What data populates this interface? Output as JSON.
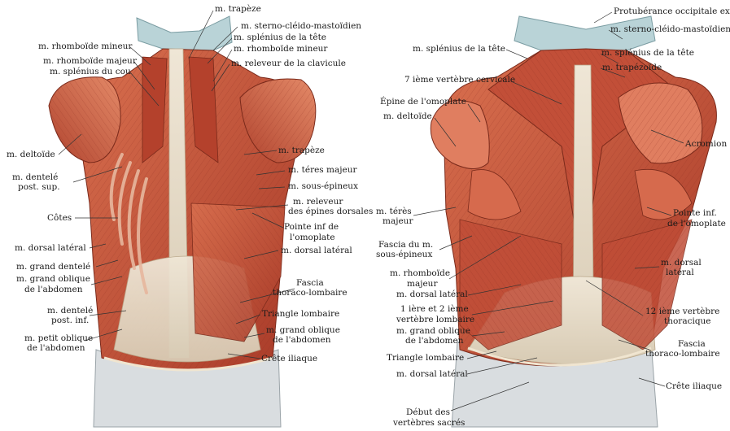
{
  "left": {
    "labels": {
      "trapeze": "m. trapèze",
      "sterno": "m. sterno-cléido-mastoïdien",
      "splenius_tete": "m. splénius de la tête",
      "rhomboide_mineur_r": "m. rhomboïde mineur",
      "releveur_clavicule": "m. releveur de la clavicule",
      "rhomboide_mineur_l": "m. rhomboïde mineur",
      "rhomboide_majeur": "m. rhomboïde majeur",
      "splenius_cou": "m. splénius du cou",
      "deltoide": "m. deltoïde",
      "dentele_post_sup_1": "m. dentelé",
      "dentele_post_sup_2": "post. sup.",
      "trapeze_r": "m. trapèze",
      "teres_majeur": "m. téres majeur",
      "sous_epineux": "m. sous-épineux",
      "releveur_epines_1": "m. releveur",
      "releveur_epines_2": "des épines dorsales",
      "cotes": "Côtes",
      "pointe_inf_1": "Pointe inf de",
      "pointe_inf_2": "l'omoplate",
      "dorsal_lateral_l": "m. dorsal latéral",
      "dorsal_lateral_r": "m. dorsal latéral",
      "grand_dentele": "m. grand dentelé",
      "grand_oblique_1": "m. grand oblique",
      "grand_oblique_2": "de l'abdomen",
      "fascia_1": "Fascia",
      "fascia_2": "thoraco-lombaire",
      "triangle": "Triangle lombaire",
      "dentele_post_inf_1": "m. dentelé",
      "dentele_post_inf_2": "post. inf.",
      "grand_oblique_r_1": "m. grand oblique",
      "grand_oblique_r_2": "de l'abdomen",
      "petit_oblique_1": "m. petit oblique",
      "petit_oblique_2": "de l'abdomen",
      "crete": "Crête iliaque"
    }
  },
  "right": {
    "labels": {
      "protuberance": "Protubérance occipitale ext.",
      "sterno": "m. sterno-cléido-mastoïdien",
      "splenius_l": "m. splénius de la tête",
      "splenius_r": "m. splénius de la tête",
      "trapezoide": "m. trapézoïde",
      "vertebre7": "7 ième vertèbre cervicale",
      "epine": "Épine de l'omoplate",
      "deltoide": "m. deltoïde",
      "acromion": "Acromion",
      "teres_1": "m. térès",
      "teres_2": "majeur",
      "pointe_1": "Pointe inf.",
      "pointe_2": "de l'omoplate",
      "fascia_sous_1": "Fascia du m.",
      "fascia_sous_2": "sous-épineux",
      "dorsal_r_1": "m. dorsal",
      "dorsal_r_2": "latéral",
      "rhomboide_1": "m. rhomboïde",
      "rhomboide_2": "majeur",
      "dorsal_l": "m. dorsal latéral",
      "vert12_1": "12 ième vertèbre",
      "vert12_2": "thoracique",
      "lombaire_1": "1 ière et 2 ième",
      "lombaire_2": "vertèbre lombaire",
      "grand_oblique_1": "m. grand oblique",
      "grand_oblique_2": "de l'abdomen",
      "fascia_1": "Fascia",
      "fascia_2": "thoraco-lombaire",
      "triangle": "Triangle lombaire",
      "dorsal_l2": "m. dorsal latéral",
      "crete": "Crête iliaque",
      "debut_1": "Début des",
      "debut_2": "vertèbres sacrés"
    }
  },
  "colors": {
    "muscle": "#c8533d",
    "muscle_dark": "#8e2e20",
    "muscle_light": "#e39a7e",
    "tendon": "#e8dcc8",
    "skin_blue": "#b9d3d7",
    "pelvis_grey": "#d9dde0",
    "leader": "#333333"
  }
}
